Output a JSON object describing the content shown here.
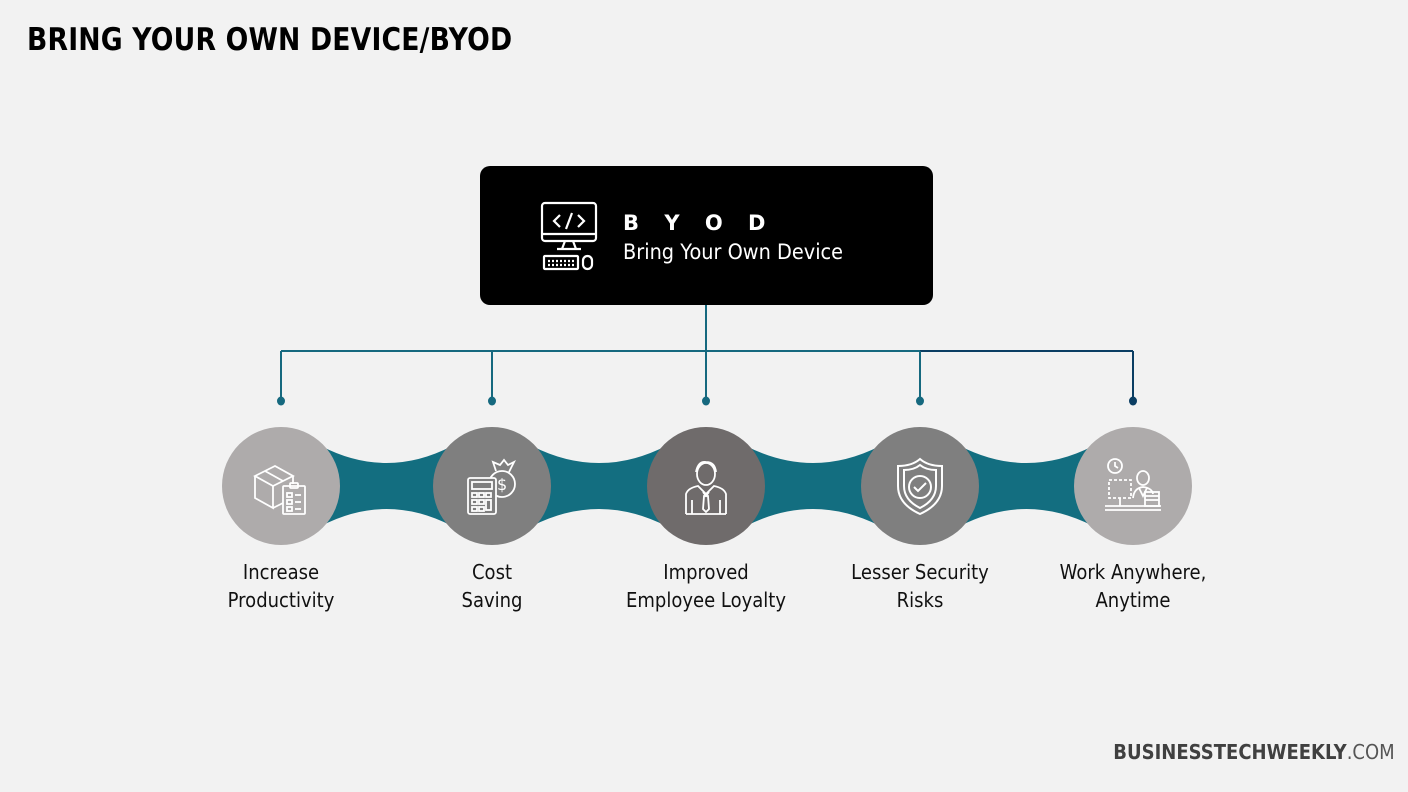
{
  "title": "BRING YOUR OWN DEVICE/BYOD",
  "hub": {
    "title": "B Y O D",
    "subtitle": "Bring Your Own Device",
    "icon": "computer-code-icon"
  },
  "nodes": [
    {
      "label_line1": "Increase",
      "label_line2": "Productivity",
      "icon": "box-checklist-icon",
      "color": "#aeabab"
    },
    {
      "label_line1": "Cost",
      "label_line2": "Saving",
      "icon": "calculator-money-bag-icon",
      "color": "#7f7f7f"
    },
    {
      "label_line1": "Improved",
      "label_line2": "Employee Loyalty",
      "icon": "employee-icon",
      "color": "#6f6b6b"
    },
    {
      "label_line1": "Lesser Security",
      "label_line2": "Risks",
      "icon": "shield-check-icon",
      "color": "#7f7f7f"
    },
    {
      "label_line1": "Work Anywhere,",
      "label_line2": "Anytime",
      "icon": "remote-worker-icon",
      "color": "#aeabab"
    }
  ],
  "colors": {
    "background": "#f2f2f2",
    "band": "#136e80",
    "connector": "#16697f",
    "connector_last": "#0b3e63",
    "hub_bg": "#000000"
  },
  "brand": {
    "bold": "BUSINESSTECHWEEKLY",
    "light": ".COM"
  }
}
